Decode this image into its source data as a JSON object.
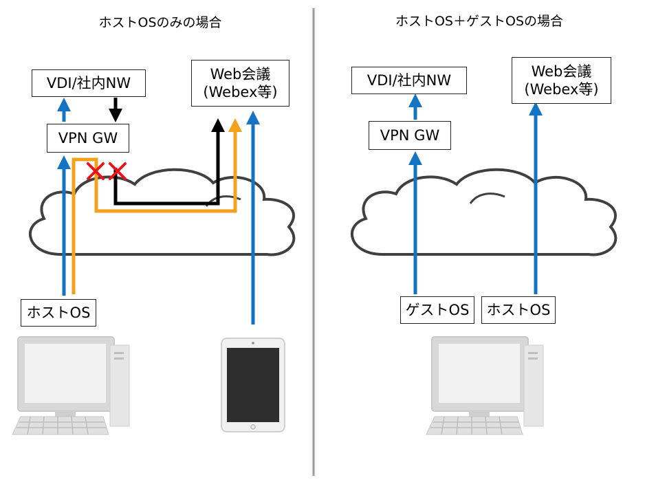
{
  "left_panel": {
    "title": "ホストOSのみの場合",
    "vdi_box": "VDI/社内NW",
    "vpn_box": "VPN GW",
    "web_box_line1": "Web会議",
    "web_box_line2": "(Webex等)",
    "host_os_box": "ホストOS"
  },
  "right_panel": {
    "title": "ホストOS＋ゲストOSの場合",
    "vdi_box": "VDI/社内NW",
    "vpn_box": "VPN GW",
    "web_box_line1": "Web会議",
    "web_box_line2": "(Webex等)",
    "guest_os_box": "ゲストOS",
    "host_os_box": "ホストOS"
  },
  "colors": {
    "blue_arrow": "#1474c4",
    "orange_path": "#f4a21c",
    "black_path": "#000000",
    "blocked_mark": "#e8141b",
    "cloud_outline": "#404040",
    "divider": "#9a9a9a",
    "device_gray": "#d8d8d8",
    "tablet_screen": "#2e2e2e"
  },
  "icons": {
    "blocked": "red-x-icon",
    "network": "cloud-icon",
    "pc": "desktop-computer-icon",
    "tablet": "tablet-icon"
  }
}
